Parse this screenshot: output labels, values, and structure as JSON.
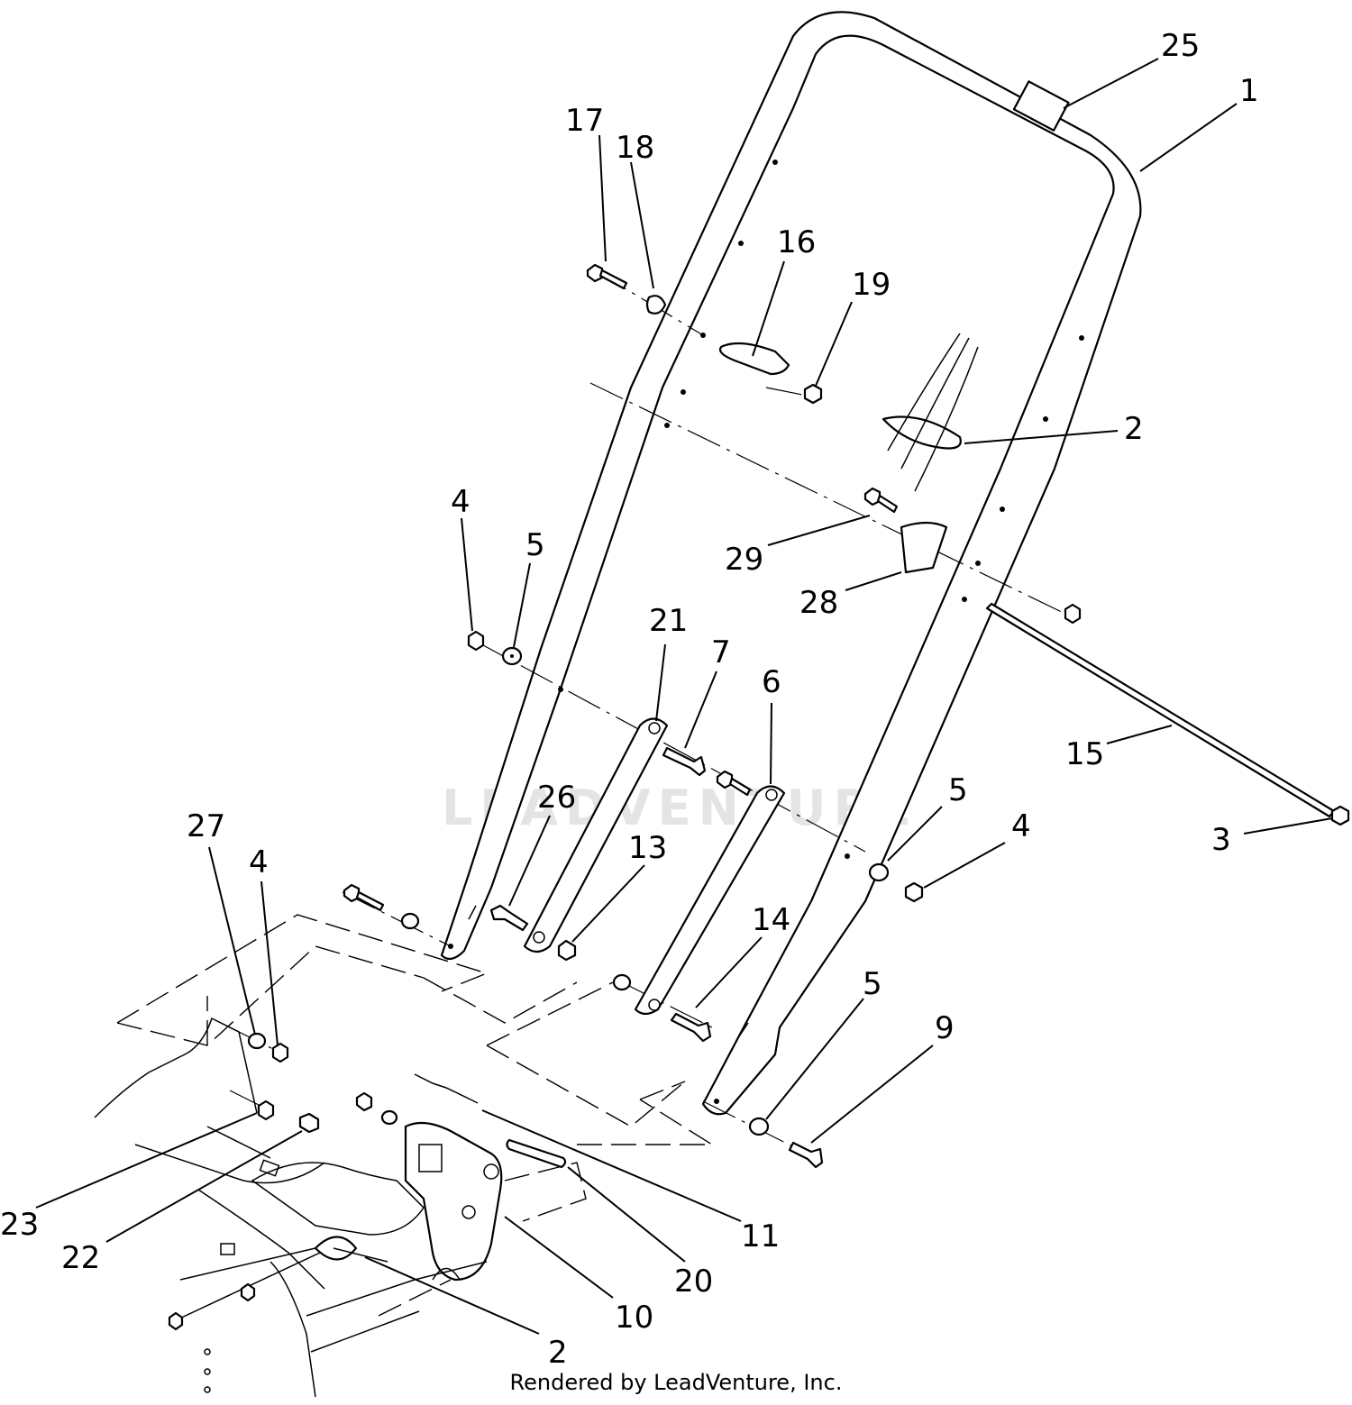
{
  "watermark": "LEADVENTURE",
  "credit": "Rendered by LeadVenture, Inc.",
  "callouts": {
    "c25": "25",
    "c1": "1",
    "c17": "17",
    "c18": "18",
    "c16": "16",
    "c19": "19",
    "c2_top": "2",
    "c4_a": "4",
    "c5_a": "5",
    "c29": "29",
    "c28": "28",
    "c21": "21",
    "c7": "7",
    "c6": "6",
    "c15": "15",
    "c26": "26",
    "c13": "13",
    "c5_b": "5",
    "c4_b": "4",
    "c3": "3",
    "c27": "27",
    "c4_c": "4",
    "c14": "14",
    "c5_c": "5",
    "c9": "9",
    "c23": "23",
    "c22": "22",
    "c11": "11",
    "c20": "20",
    "c10": "10",
    "c2_bottom": "2"
  }
}
